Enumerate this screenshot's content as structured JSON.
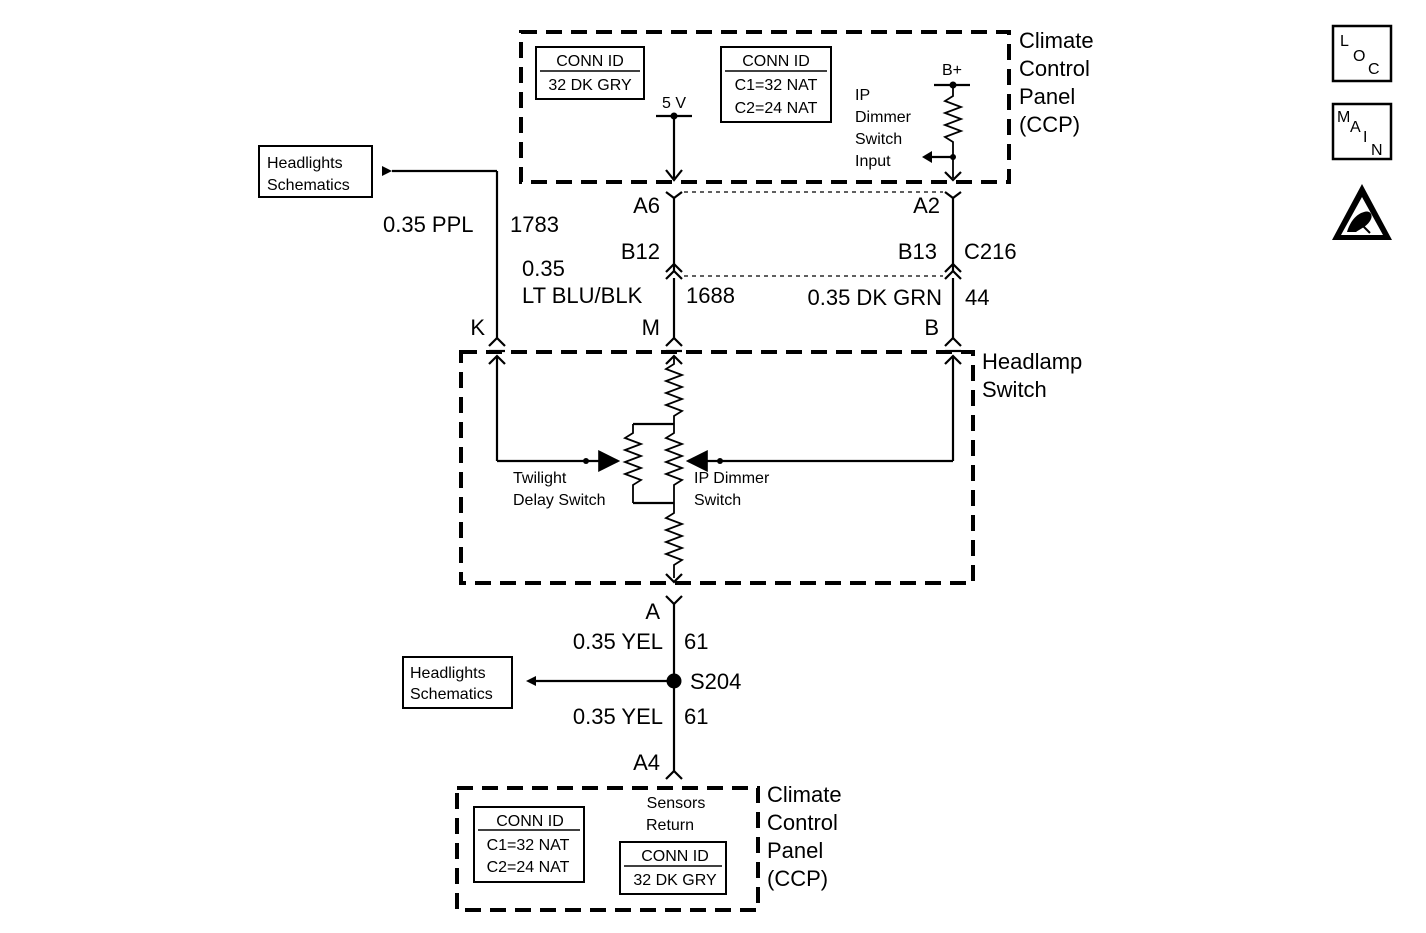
{
  "ccp_top": {
    "title_lines": [
      "Climate",
      "Control",
      "Panel",
      "(CCP)"
    ],
    "conn_id_1": {
      "header": "CONN ID",
      "rows": [
        "32 DK GRY"
      ]
    },
    "conn_id_2": {
      "header": "CONN ID",
      "rows": [
        "C1=32 NAT",
        "C2=24 NAT"
      ]
    },
    "voltage_5v": "5 V",
    "b_plus": "B+",
    "ip_dimmer_input_lines": [
      "IP",
      "Dimmer",
      "Switch",
      "Input"
    ]
  },
  "pins": {
    "a6": "A6",
    "a2": "A2",
    "b12": "B12",
    "b13": "B13",
    "c216": "C216",
    "k": "K",
    "m": "M",
    "b": "B",
    "a": "A",
    "a4": "A4"
  },
  "wires": {
    "ppl_gauge": "0.35 PPL",
    "ppl_circuit": "1783",
    "ltblu_gauge": "0.35",
    "ltblu_color": "LT BLU/BLK",
    "ltblu_circuit": "1688",
    "dkgrn": "0.35 DK GRN",
    "dkgrn_circuit": "44",
    "yel_top": "0.35 YEL",
    "yel_top_circuit": "61",
    "yel_bot": "0.35 YEL",
    "yel_bot_circuit": "61",
    "splice": "S204"
  },
  "headlights_ref_top": [
    "Headlights",
    "Schematics"
  ],
  "headlights_ref_bottom": [
    "Headlights",
    "Schematics"
  ],
  "headlamp_switch": {
    "title_lines": [
      "Headlamp",
      "Switch"
    ],
    "twilight_lines": [
      "Twilight",
      "Delay Switch"
    ],
    "ip_dimmer_lines": [
      "IP Dimmer",
      "Switch"
    ]
  },
  "ccp_bottom": {
    "title_lines": [
      "Climate",
      "Control",
      "Panel",
      "(CCP)"
    ],
    "conn_id_1": {
      "header": "CONN ID",
      "rows": [
        "C1=32 NAT",
        "C2=24 NAT"
      ]
    },
    "conn_id_2": {
      "header": "CONN ID",
      "rows": [
        "32 DK GRY"
      ]
    },
    "sensors_return_lines": [
      "Sensors",
      "Return"
    ]
  },
  "side_icons": {
    "loc": [
      "L",
      "O",
      "C"
    ],
    "main": [
      "M",
      "A",
      "I",
      "N"
    ],
    "esd": "esd-warning-icon"
  }
}
